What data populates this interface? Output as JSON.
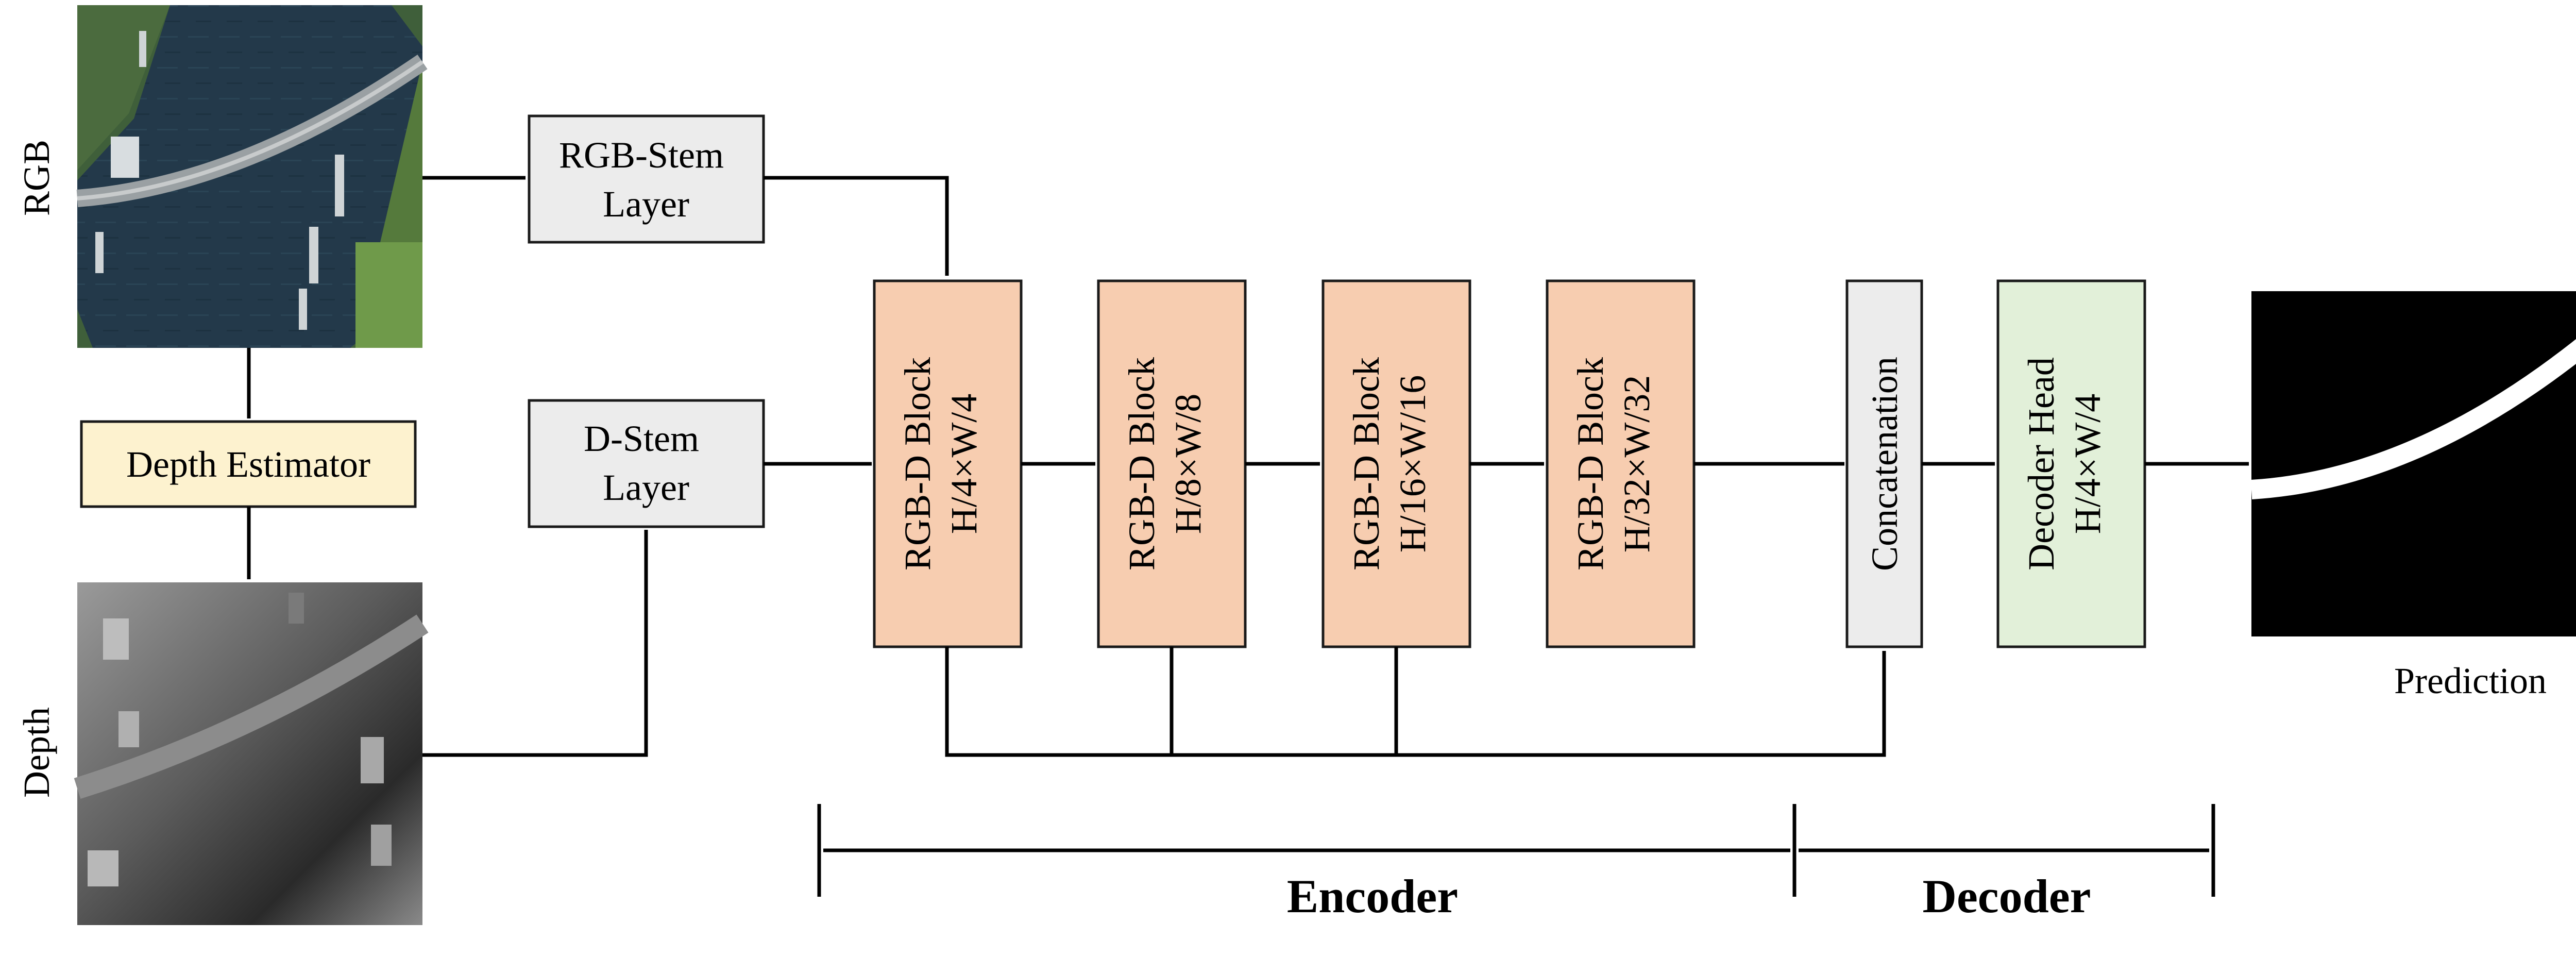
{
  "inputs": {
    "rgb_label": "RGB",
    "depth_label": "Depth"
  },
  "depth_estimator": {
    "label": "Depth Estimator"
  },
  "stems": {
    "rgb": [
      "RGB-Stem",
      "Layer"
    ],
    "depth": [
      "D-Stem",
      "Layer"
    ]
  },
  "blocks": [
    {
      "line1": "RGB-D Block",
      "line2": "H/4×W/4"
    },
    {
      "line1": "RGB-D Block",
      "line2": "H/8×W/8"
    },
    {
      "line1": "RGB-D Block",
      "line2": "H/16×W/16"
    },
    {
      "line1": "RGB-D Block",
      "line2": "H/32×W/32"
    }
  ],
  "concatenation": {
    "label": "Concatenation"
  },
  "decoder_head": {
    "line1": "Decoder Head",
    "line2": "H/4×W/4"
  },
  "output": {
    "label": "Prediction"
  },
  "sections": {
    "encoder": "Encoder",
    "decoder": "Decoder"
  },
  "colors": {
    "block_fill": "#f7cdb0",
    "stem_fill": "#ececec",
    "estimator_fill": "#fdf2cf",
    "decoder_fill": "#e2f0d9",
    "concat_fill": "#ececec"
  }
}
